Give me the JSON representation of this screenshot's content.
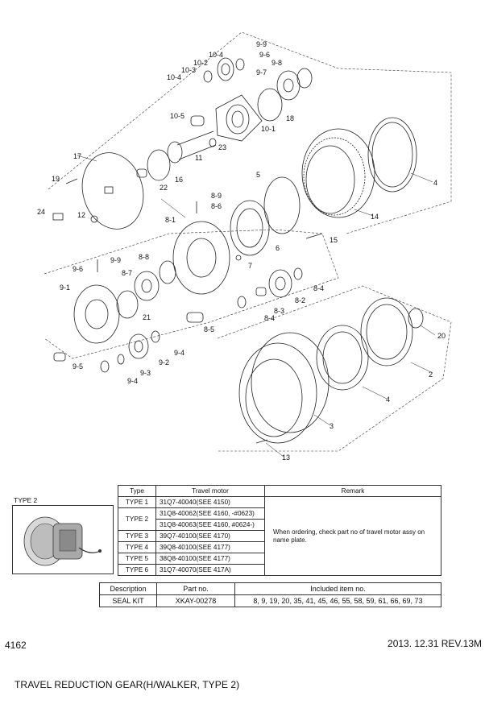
{
  "callouts": [
    "9-9",
    "9-6",
    "10-4",
    "10-2",
    "9-8",
    "10-3",
    "9-7",
    "10-4",
    "10-5",
    "18",
    "10-1",
    "23",
    "17",
    "11",
    "5",
    "4",
    "19",
    "16",
    "22",
    "8-9",
    "8-6",
    "14",
    "24",
    "12",
    "8-1",
    "6",
    "15",
    "9-6",
    "9-9",
    "8-8",
    "7",
    "8-7",
    "8-4",
    "9-1",
    "8-2",
    "8-3",
    "21",
    "8-4",
    "8-5",
    "20",
    "9-4",
    "9-2",
    "9-5",
    "9-3",
    "2",
    "9-4",
    "4",
    "3",
    "13"
  ],
  "type_table": {
    "headers": {
      "type": "Type",
      "motor": "Travel motor",
      "remark": "Remark"
    },
    "rows": [
      {
        "type": "TYPE 1",
        "motors": [
          "31Q7-40040(SEE 4150)"
        ]
      },
      {
        "type": "TYPE 2",
        "motors": [
          "31Q8-40062(SEE 4160, -#0623)",
          "31Q8-40063(SEE 4160, #0624-)"
        ]
      },
      {
        "type": "TYPE 3",
        "motors": [
          "39Q7-40100(SEE 4170)"
        ]
      },
      {
        "type": "TYPE 4",
        "motors": [
          "39Q8-40100(SEE 4177)"
        ]
      },
      {
        "type": "TYPE 5",
        "motors": [
          "38Q8-40100(SEE 4177)"
        ]
      },
      {
        "type": "TYPE 6",
        "motors": [
          "31Q7-40070(SEE 417A)"
        ]
      }
    ],
    "remark": "When ordering, check part no of travel motor assy on name plate."
  },
  "seal_table": {
    "headers": {
      "description": "Description",
      "part_no": "Part no.",
      "included": "Included item no."
    },
    "row": {
      "description": "SEAL KIT",
      "part_no": "XKAY-00278",
      "included": "8, 9, 19, 20, 35, 41, 45, 46, 55, 58, 59, 61, 66, 69, 73"
    }
  },
  "type2_label": "TYPE 2",
  "page_number": "4162",
  "revision": "2013. 12.31  REV.13M",
  "title": "TRAVEL REDUCTION GEAR(H/WALKER, TYPE 2)"
}
